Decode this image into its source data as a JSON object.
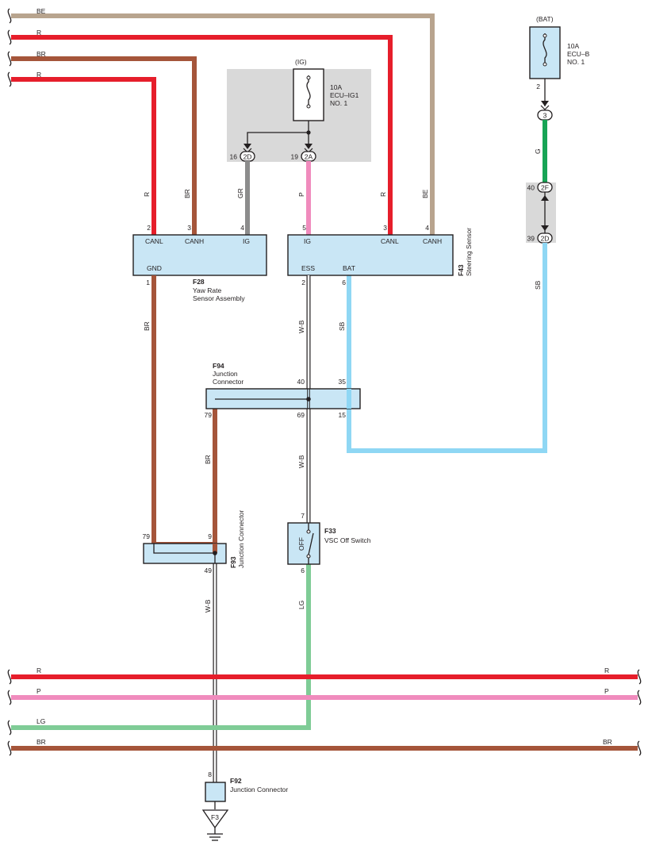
{
  "colors": {
    "BE": "#b8a48e",
    "R": "#e61e2b",
    "BR": "#a5553a",
    "GR": "#8c8c8c",
    "P": "#f08bbd",
    "G": "#17a455",
    "SB": "#8fd7f4",
    "LG": "#7fcc96",
    "W-B": "#ffffff",
    "component_fill": "#c9e6f5",
    "panel_gray": "#d9d9d9"
  },
  "bus_top": {
    "BE": "BE",
    "R1": "R",
    "BR": "BR",
    "R2": "R"
  },
  "bus_bottom": {
    "R_left": "R",
    "R_right": "R",
    "P_left": "P",
    "P_right": "P",
    "LG_left": "LG",
    "BR_left": "BR",
    "BR_right": "BR"
  },
  "fuse_ig": {
    "supply": "(IG)",
    "rating": "10A",
    "name": "ECU–IG1",
    "number": "NO. 1",
    "pin_a": "16",
    "conn_a": "2D",
    "pin_b": "19",
    "conn_b": "2A"
  },
  "fuse_bat": {
    "supply": "(BAT)",
    "rating": "10A",
    "name": "ECU–B",
    "number": "NO. 1",
    "pin": "2",
    "conn_top": "3",
    "pin_2f": "40",
    "conn_2f": "2F",
    "pin_2d": "39",
    "conn_2d": "2D"
  },
  "wires": {
    "f28_r": "R",
    "f28_br": "BR",
    "f28_gr": "GR",
    "f43_p": "P",
    "f43_r": "R",
    "f43_be": "BE",
    "bat_g": "G",
    "bat_sb": "SB",
    "f28_gnd_br": "BR",
    "f43_ess_wb": "W-B",
    "f43_bat_sb": "SB",
    "f94_br": "BR",
    "f94_wb": "W-B",
    "f93_wb": "W-B",
    "f33_lg": "LG"
  },
  "f28": {
    "code": "F28",
    "name_line1": "Yaw Rate",
    "name_line2": "Sensor Assembly",
    "pin_canl": "2",
    "pin_canh": "3",
    "pin_ig": "4",
    "pin_gnd": "1",
    "t_canl": "CANL",
    "t_canh": "CANH",
    "t_ig": "IG",
    "t_gnd": "GND"
  },
  "f43": {
    "code": "F43",
    "name": "Steering Sensor",
    "pin_ig": "5",
    "pin_canl": "3",
    "pin_canh": "4",
    "pin_ess": "2",
    "pin_bat": "6",
    "t_ig": "IG",
    "t_canl": "CANL",
    "t_canh": "CANH",
    "t_ess": "ESS",
    "t_bat": "BAT"
  },
  "f94": {
    "code": "F94",
    "name_line1": "Junction",
    "name_line2": "Connector",
    "pin_40": "40",
    "pin_35": "35",
    "pin_79": "79",
    "pin_69": "69",
    "pin_15": "15"
  },
  "f93": {
    "code": "F93",
    "name": "Junction Connector",
    "pin_79": "79",
    "pin_9": "9",
    "pin_49": "49"
  },
  "f33": {
    "code": "F33",
    "name": "VSC Off Switch",
    "switch_text": "OFF",
    "pin_top": "7",
    "pin_bottom": "6"
  },
  "f92": {
    "code": "F92",
    "name": "Junction Connector",
    "pin": "8"
  },
  "ground": {
    "label": "F3"
  }
}
